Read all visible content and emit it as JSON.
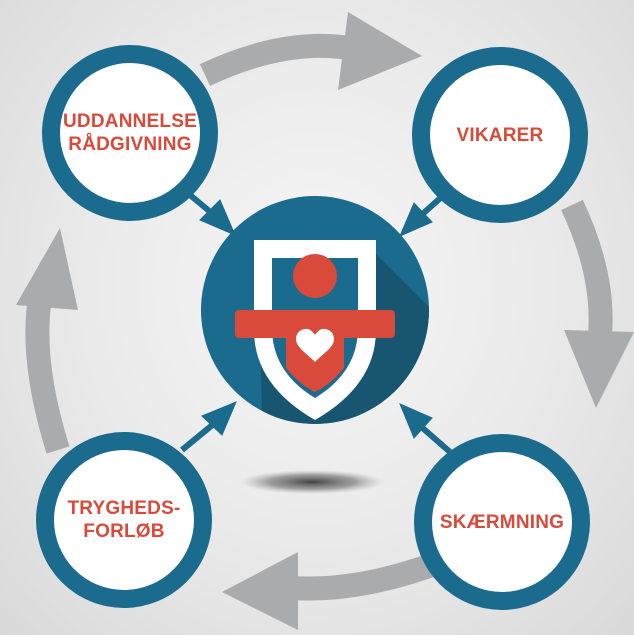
{
  "diagram": {
    "center": {
      "icon": "shield-with-person-and-heart-icon"
    },
    "nodes": [
      {
        "id": "top-left",
        "lines": [
          "UDDANNELSE",
          "RÅDGIVNING"
        ]
      },
      {
        "id": "top-right",
        "lines": [
          "VIKARER"
        ]
      },
      {
        "id": "bottom-right",
        "lines": [
          "SKÆRMNING"
        ]
      },
      {
        "id": "bottom-left",
        "lines": [
          "TRYGHEDS-",
          "FORLØB"
        ]
      }
    ],
    "colors": {
      "ring": "#1a6b8e",
      "label": "#d94a3a",
      "cycle_arrow": "#a9abad",
      "person": "#d94a3a",
      "shield": "#ffffff",
      "shadow": "#17516b"
    }
  }
}
